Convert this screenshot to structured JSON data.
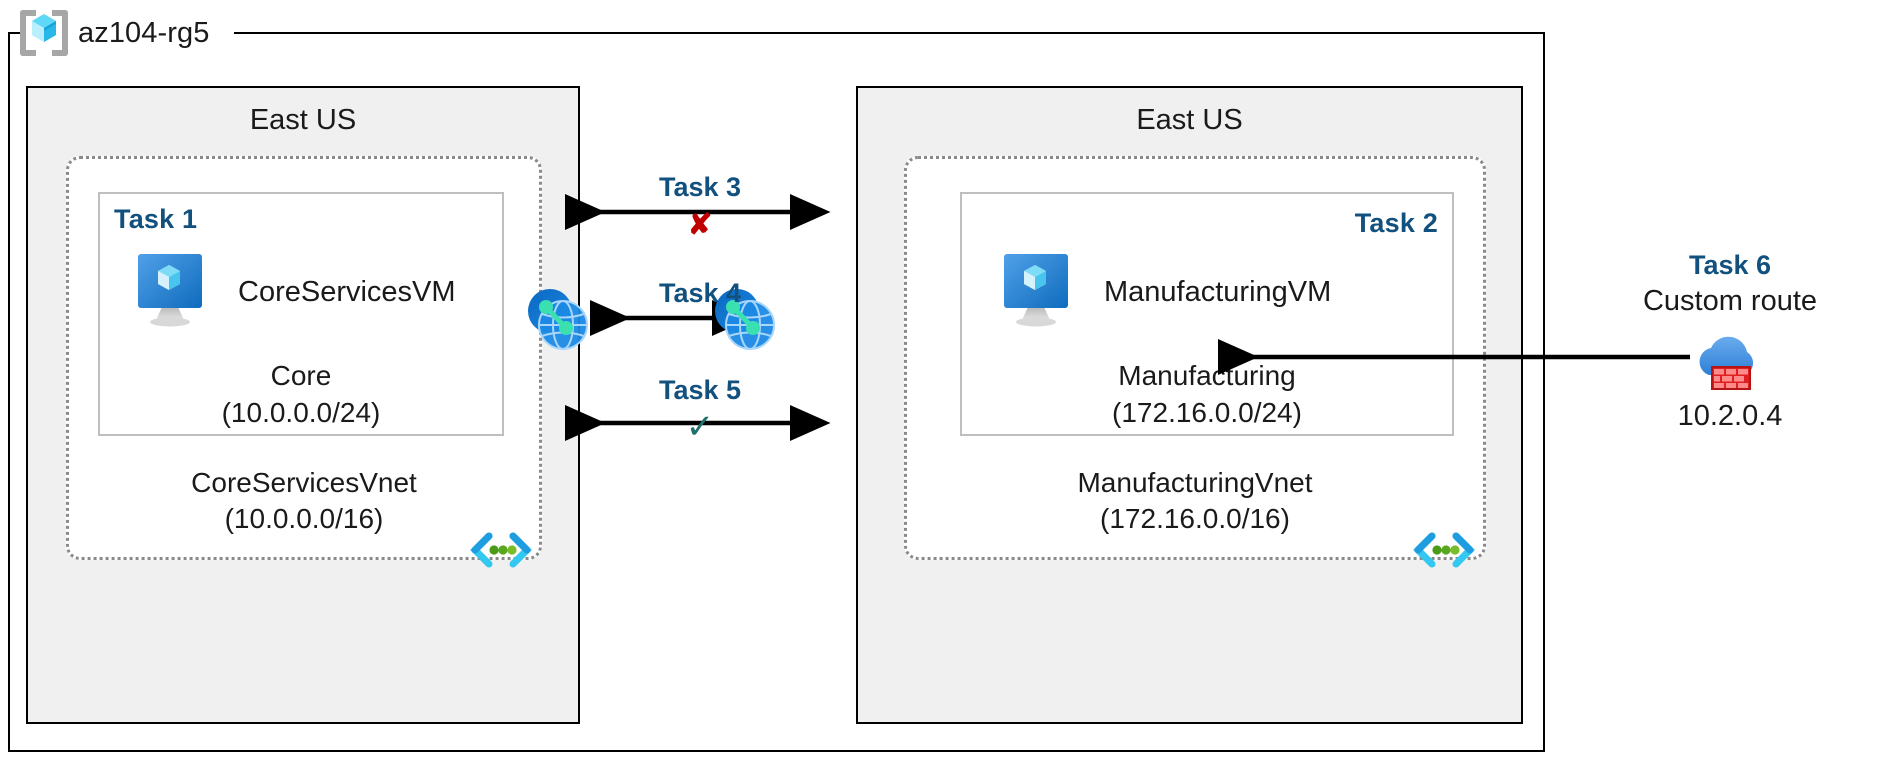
{
  "diagram": {
    "title": "az104-rg5",
    "resource_group_icon": "azure-resource-group-icon"
  },
  "left_region": {
    "name": "East US",
    "vnet": {
      "name": "CoreServicesVnet",
      "address_space": "(10.0.0.0/16)",
      "subnet_icon": "subnet-code-brackets-icon"
    },
    "subnet": {
      "task": "Task 1",
      "vm_name": "CoreServicesVM",
      "vm_icon": "virtual-machine-icon",
      "name": "Core",
      "address_prefix": "(10.0.0.0/24)"
    }
  },
  "right_region": {
    "name": "East US",
    "vnet": {
      "name": "ManufacturingVnet",
      "address_space": "(172.16.0.0/16)",
      "subnet_icon": "subnet-code-brackets-icon"
    },
    "subnet": {
      "task": "Task 2",
      "vm_name": "ManufacturingVM",
      "vm_icon": "virtual-machine-icon",
      "name": "Manufacturing",
      "address_prefix": "(172.16.0.0/24)"
    }
  },
  "center_tasks": [
    {
      "label": "Task 3",
      "mark": "✘",
      "mark_type": "cross"
    },
    {
      "label": "Task 4",
      "mark": "",
      "mark_type": "none"
    },
    {
      "label": "Task 5",
      "mark": "✓",
      "mark_type": "check"
    }
  ],
  "peering": {
    "left_icon": "vnet-peering-icon",
    "right_icon": "vnet-peering-icon"
  },
  "task6": {
    "label": "Task 6",
    "description": "Custom route",
    "icon": "firewall-cloud-icon",
    "ip": "10.2.0.4"
  },
  "colors": {
    "task_blue": "#12507e",
    "cross_red": "#c00000",
    "check_teal": "#1f6f6b",
    "region_fill": "#f0f0f0",
    "vnet_border": "#8a8a8a",
    "subnet_border": "#bfbfbf",
    "azure_blue": "#0078d4",
    "cyan": "#32c8f0"
  }
}
